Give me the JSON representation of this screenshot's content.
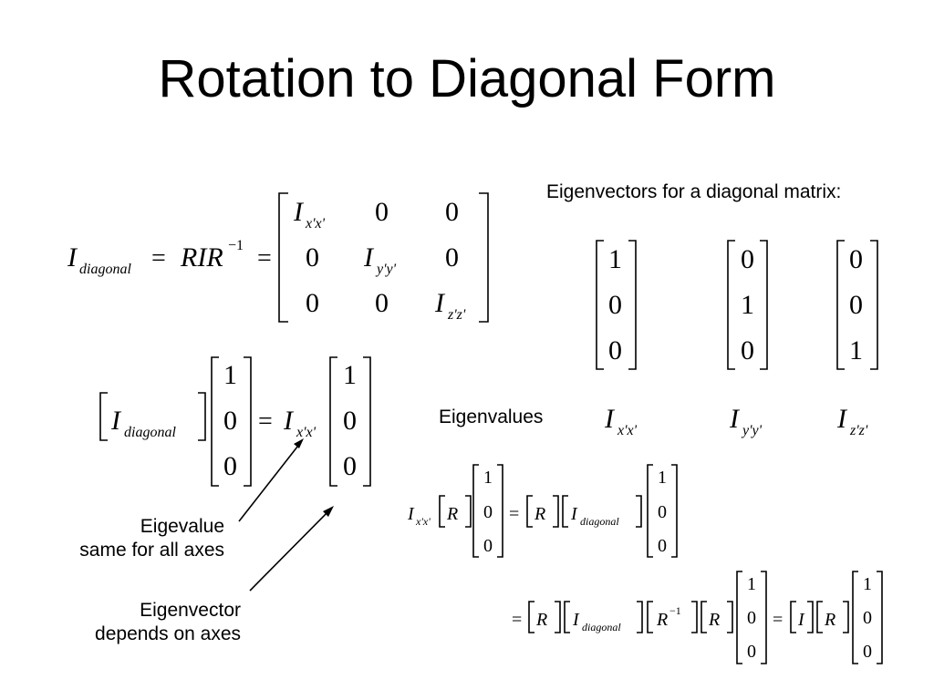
{
  "slide": {
    "title": "Rotation to Diagonal Form",
    "eigenvectors_heading": "Eigenvectors for a diagonal matrix:",
    "eigenvalues_label": "Eigenvalues",
    "annotation_eigenvalue_line1": "Eigevalue",
    "annotation_eigenvalue_line2": "same for all axes",
    "annotation_eigenvector_line1": "Eigenvector",
    "annotation_eigenvector_line2": "depends on axes"
  },
  "symbols": {
    "I": "I",
    "R": "R",
    "RIR": "RIR",
    "inv": "−1",
    "eq": "=",
    "diagonal": "diagonal",
    "xx": "x'x'",
    "yy": "y'y'",
    "zz": "z'z'",
    "zero": "0",
    "one": "1"
  },
  "eigenvectors": [
    [
      "1",
      "0",
      "0"
    ],
    [
      "0",
      "1",
      "0"
    ],
    [
      "0",
      "0",
      "1"
    ]
  ],
  "eigenvalue_subscripts": [
    "x'x'",
    "y'y'",
    "z'z'"
  ]
}
